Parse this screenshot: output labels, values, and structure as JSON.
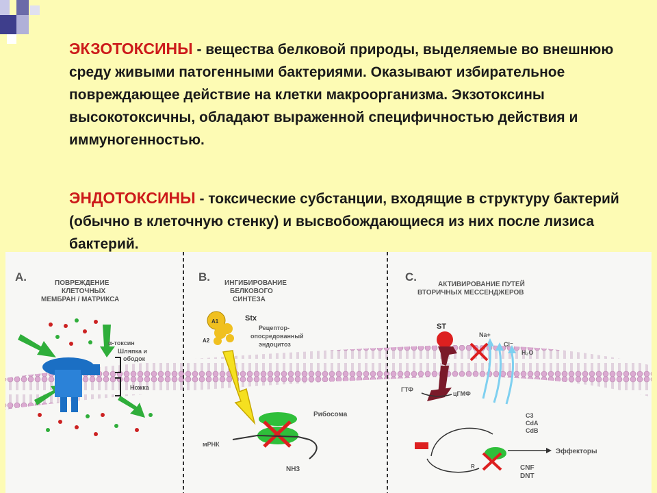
{
  "paragraphs": {
    "exotoxins": {
      "term": "ЭКЗОТОКСИНЫ",
      "text": " - вещества белковой природы, выделяемые во внешнюю среду живыми патогенными бактериями. Оказывают избирательное повреждающее действие на клетки макроорганизма. Экзотоксины высокотоксичны, обладают выраженной специфичностью действия и иммуногенностью."
    },
    "endotoxins": {
      "term": "ЭНДОТОКСИНЫ",
      "text": " - токсические субстанции, входящие в структуру бактерий (обычно в клеточную стенку) и высвобождающиеся из них после лизиса бактерий."
    }
  },
  "figure": {
    "panel_a": {
      "letter": "A.",
      "title_lines": [
        "ПОВРЕЖДЕНИЕ",
        "КЛЕТОЧНЫХ",
        "МЕМБРАН / МАТРИКСА"
      ],
      "label_toxin_lines": [
        "α-токсин",
        "Шляпка и",
        "ободок"
      ],
      "label_stem": "Ножка"
    },
    "panel_b": {
      "letter": "B.",
      "title_lines": [
        "ИНГИБИРОВАНИЕ",
        "БЕЛКОВОГО",
        "СИНТЕЗА"
      ],
      "label_a1": "A1",
      "label_a2": "A2",
      "label_stx": "Stx",
      "label_receptor_lines": [
        "Рецептор-",
        "опосредованный",
        "эндоцитоз"
      ],
      "label_ribosome": "Рибосома",
      "label_mrna": "мРНК",
      "label_nh3": "NH3"
    },
    "panel_c": {
      "letter": "C.",
      "title_lines": [
        "АКТИВИРОВАНИЕ ПУТЕЙ",
        "ВТОРИЧНЫХ МЕССЕНДЖЕРОВ"
      ],
      "label_st": "ST",
      "label_na": "Na+",
      "label_cl": "Cl⁻",
      "label_h2o": "H₂O",
      "label_gtp": "ГТФ",
      "label_cgmp": "цГМФ",
      "toxins": [
        "C3",
        "CdA",
        "CdB"
      ],
      "label_effectors": "Эффекторы",
      "label_cnf": "CNF",
      "label_dnt": "DNT",
      "label_r": "R"
    }
  },
  "colors": {
    "background": "#fdfbb4",
    "term": "#cc1a1a",
    "accent_blue": "#1b6fc4",
    "membrane": "#d9b7d6"
  }
}
